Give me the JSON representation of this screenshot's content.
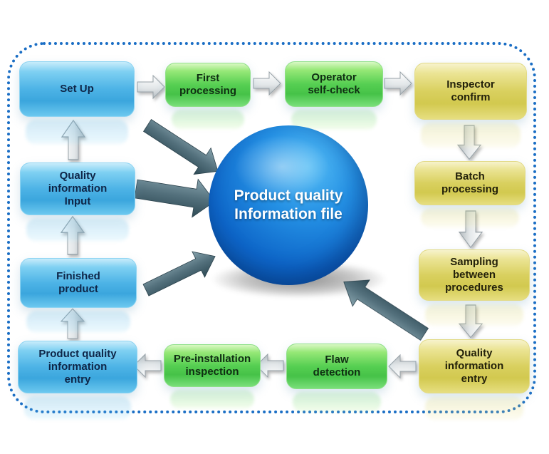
{
  "diagram": {
    "center": {
      "title": "Product quality\nInformation file"
    },
    "nodes": [
      {
        "id": "set-up",
        "label": "Set Up",
        "color": "blue"
      },
      {
        "id": "first-processing",
        "label": "First\nprocessing",
        "color": "green"
      },
      {
        "id": "operator-self-check",
        "label": "Operator\nself-check",
        "color": "green"
      },
      {
        "id": "inspector-confirm",
        "label": "Inspector\nconfirm",
        "color": "yellow"
      },
      {
        "id": "batch-processing",
        "label": "Batch\nprocessing",
        "color": "yellow"
      },
      {
        "id": "sampling-between-procedures",
        "label": "Sampling\nbetween\nprocedures",
        "color": "yellow"
      },
      {
        "id": "quality-information-entry",
        "label": "Quality\ninformation\nentry",
        "color": "yellow"
      },
      {
        "id": "flaw-detection",
        "label": "Flaw\ndetection",
        "color": "green"
      },
      {
        "id": "pre-installation-inspection",
        "label": "Pre-installation\ninspection",
        "color": "green"
      },
      {
        "id": "product-quality-information-entry",
        "label": "Product quality\ninformation\nentry",
        "color": "blue"
      },
      {
        "id": "finished-product",
        "label": "Finished\nproduct",
        "color": "blue"
      },
      {
        "id": "quality-information-input",
        "label": "Quality\ninformation\nInput",
        "color": "blue"
      }
    ],
    "colors": {
      "node_blue": "#4db3e6",
      "node_green": "#56cf52",
      "node_yellow": "#d8cf5e",
      "sphere_blue": "#0d65c8",
      "border_dotted": "#1a6ec5",
      "flow_arrow_light": "#d5dadd",
      "center_arrow_dark": "#3f5d68",
      "text_dark": "#14233a",
      "sphere_text": "#ffffff"
    }
  }
}
